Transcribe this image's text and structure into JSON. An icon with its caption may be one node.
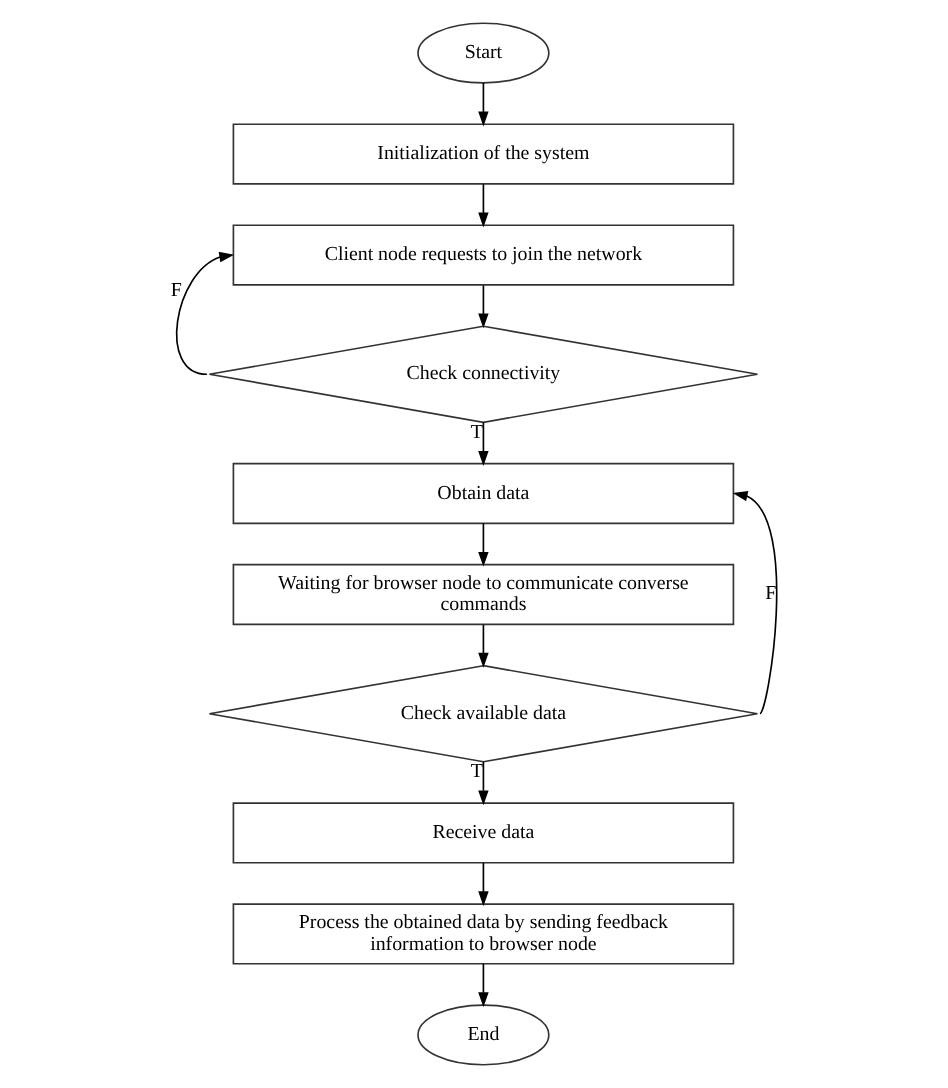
{
  "diagram": {
    "nodes": [
      {
        "text": [
          "Start"
        ]
      },
      {
        "text": [
          "Initialization of the system"
        ]
      },
      {
        "text": [
          "Client node requests to join the network"
        ]
      },
      {
        "text": [
          "Check connectivity"
        ]
      },
      {
        "text": [
          "Obtain data"
        ]
      },
      {
        "text": [
          "Waiting for browser node to communicate converse commands"
        ]
      },
      {
        "text": [
          "Check available data"
        ]
      },
      {
        "text": [
          "Receive data"
        ]
      },
      {
        "text": [
          "Process the obtained data by sending feedback information to browser node"
        ]
      },
      {
        "text": [
          "End"
        ]
      }
    ],
    "edges": [
      {
        "from": 0,
        "to": 1,
        "arrow": "to"
      },
      {
        "from": 1,
        "to": 2,
        "arrow": "to"
      },
      {
        "from": 2,
        "to": 3,
        "arrow": "to"
      },
      {
        "from": 3,
        "to": 4,
        "arrow": "to",
        "label": "T"
      },
      {
        "from": 3,
        "to": 2,
        "arrow": "to",
        "label": "F"
      },
      {
        "from": 4,
        "to": 5,
        "arrow": "to"
      },
      {
        "from": 5,
        "to": 6,
        "arrow": "to"
      },
      {
        "from": 6,
        "to": 4,
        "arrow": "to",
        "label": "F"
      },
      {
        "from": 6,
        "to": 7,
        "arrow": "to",
        "label": "T"
      },
      {
        "from": 7,
        "to": 8,
        "arrow": "to"
      },
      {
        "from": 8,
        "to": 9,
        "arrow": "to"
      }
    ]
  }
}
